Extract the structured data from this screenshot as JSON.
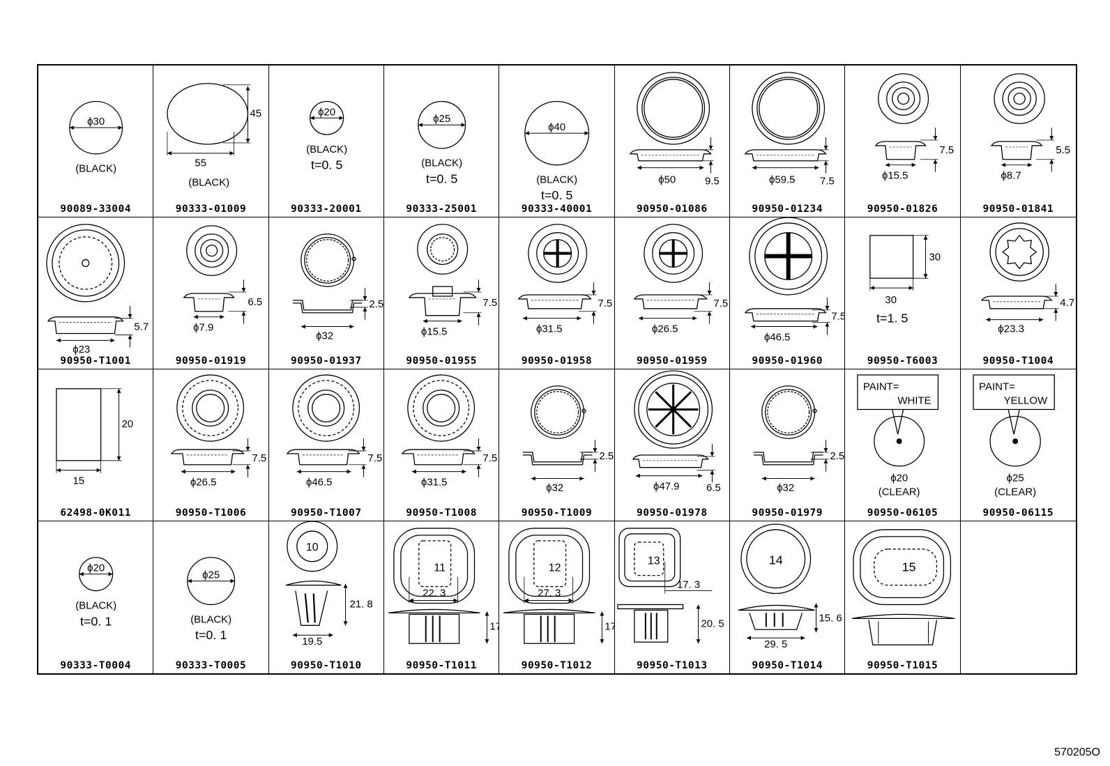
{
  "drawing_number": "570205O",
  "parts": [
    {
      "number": "90089-33004",
      "kind": "flat",
      "dims": [
        "ϕ30"
      ],
      "notes": [
        "(BLACK)"
      ],
      "size": "30"
    },
    {
      "number": "90333-01009",
      "kind": "oval",
      "dims": [
        "55",
        "45"
      ],
      "notes": [
        "(BLACK)"
      ]
    },
    {
      "number": "90333-20001",
      "kind": "flat",
      "dims": [
        "ϕ20"
      ],
      "notes": [
        "(BLACK)",
        "t=0. 5"
      ],
      "size": "20"
    },
    {
      "number": "90333-25001",
      "kind": "flat",
      "dims": [
        "ϕ25"
      ],
      "notes": [
        "(BLACK)",
        "t=0. 5"
      ],
      "size": "25"
    },
    {
      "number": "90333-40001",
      "kind": "flat",
      "dims": [
        "ϕ40"
      ],
      "notes": [
        "(BLACK)",
        "t=0. 5"
      ],
      "size": "40"
    },
    {
      "number": "90950-01086",
      "kind": "ringcap",
      "dims": [
        "ϕ50",
        "9.5"
      ],
      "notes": []
    },
    {
      "number": "90950-01234",
      "kind": "ringcap",
      "dims": [
        "ϕ59.5",
        "7.5"
      ],
      "notes": []
    },
    {
      "number": "90950-01826",
      "kind": "smallcap",
      "dims": [
        "ϕ15.5",
        "7.5"
      ],
      "notes": []
    },
    {
      "number": "90950-01841",
      "kind": "smallcap",
      "dims": [
        "ϕ8.7",
        "5.5"
      ],
      "notes": []
    },
    {
      "number": "90950-T1001",
      "kind": "dotcap",
      "dims": [
        "ϕ23",
        "5.7"
      ],
      "notes": []
    },
    {
      "number": "90950-01919",
      "kind": "smallcap",
      "dims": [
        "ϕ7.9",
        "6.5"
      ],
      "notes": []
    },
    {
      "number": "90950-01937",
      "kind": "ringhat",
      "dims": [
        "ϕ32",
        "2.5"
      ],
      "notes": []
    },
    {
      "number": "90950-01955",
      "kind": "plugcap",
      "dims": [
        "ϕ15.5",
        "7.5"
      ],
      "notes": []
    },
    {
      "number": "90950-01958",
      "kind": "crosscap",
      "dims": [
        "ϕ31.5",
        "7.5"
      ],
      "notes": []
    },
    {
      "number": "90950-01959",
      "kind": "crosscap",
      "dims": [
        "ϕ26.5",
        "7.5"
      ],
      "notes": []
    },
    {
      "number": "90950-01960",
      "kind": "crosscapL",
      "dims": [
        "ϕ46.5",
        "7.5"
      ],
      "notes": []
    },
    {
      "number": "90950-T6003",
      "kind": "square",
      "dims": [
        "30",
        "30"
      ],
      "notes": [
        "t=1. 5"
      ]
    },
    {
      "number": "90950-T1004",
      "kind": "gearcap",
      "dims": [
        "ϕ23.3",
        "4.7"
      ],
      "notes": []
    },
    {
      "number": "62498-0K011",
      "kind": "rect",
      "dims": [
        "15",
        "20"
      ],
      "notes": []
    },
    {
      "number": "90950-T1006",
      "kind": "ringcap2",
      "dims": [
        "ϕ26.5",
        "7.5"
      ],
      "notes": []
    },
    {
      "number": "90950-T1007",
      "kind": "ringcap2",
      "dims": [
        "ϕ46.5",
        "7.5"
      ],
      "notes": []
    },
    {
      "number": "90950-T1008",
      "kind": "ringcap2",
      "dims": [
        "ϕ31.5",
        "7.5"
      ],
      "notes": []
    },
    {
      "number": "90950-T1009",
      "kind": "ringhat",
      "dims": [
        "ϕ32",
        "2.5"
      ],
      "notes": []
    },
    {
      "number": "90950-01978",
      "kind": "spokecap",
      "dims": [
        "ϕ47.9",
        "6.5"
      ],
      "notes": []
    },
    {
      "number": "90950-01979",
      "kind": "ringhat",
      "dims": [
        "ϕ32",
        "2.5"
      ],
      "notes": []
    },
    {
      "number": "90950-06105",
      "kind": "paint",
      "dims": [
        "ϕ20"
      ],
      "notes": [
        "(CLEAR)"
      ],
      "paint": [
        "PAINT=",
        "WHITE"
      ]
    },
    {
      "number": "90950-06115",
      "kind": "paint",
      "dims": [
        "ϕ25"
      ],
      "notes": [
        "(CLEAR)"
      ],
      "paint": [
        "PAINT=",
        "YELLOW"
      ]
    },
    {
      "number": "90333-T0004",
      "kind": "flat",
      "dims": [
        "ϕ20"
      ],
      "notes": [
        "(BLACK)",
        "t=0. 1"
      ],
      "size": "20"
    },
    {
      "number": "90333-T0005",
      "kind": "flat",
      "dims": [
        "ϕ25"
      ],
      "notes": [
        "(BLACK)",
        "t=0. 1"
      ],
      "size": "25"
    },
    {
      "number": "90950-T1010",
      "kind": "clip",
      "dims": [
        "19.5",
        "21. 8"
      ],
      "notes": [],
      "mark": "10"
    },
    {
      "number": "90950-T1011",
      "kind": "squareclip",
      "dims": [
        "22. 3",
        "17"
      ],
      "notes": [],
      "mark": "11"
    },
    {
      "number": "90950-T1012",
      "kind": "squareclip",
      "dims": [
        "27. 3",
        "17"
      ],
      "notes": [],
      "mark": "12"
    },
    {
      "number": "90950-T1013",
      "kind": "squareclip2",
      "dims": [
        "17. 3",
        "20. 5"
      ],
      "notes": [],
      "mark": "13"
    },
    {
      "number": "90950-T1014",
      "kind": "clip2",
      "dims": [
        "29. 5",
        "15. 6"
      ],
      "notes": [],
      "mark": "14"
    },
    {
      "number": "90950-T1015",
      "kind": "ovalclip",
      "dims": [],
      "notes": [],
      "mark": "15"
    },
    {
      "number": "",
      "kind": "empty",
      "dims": [],
      "notes": []
    }
  ]
}
